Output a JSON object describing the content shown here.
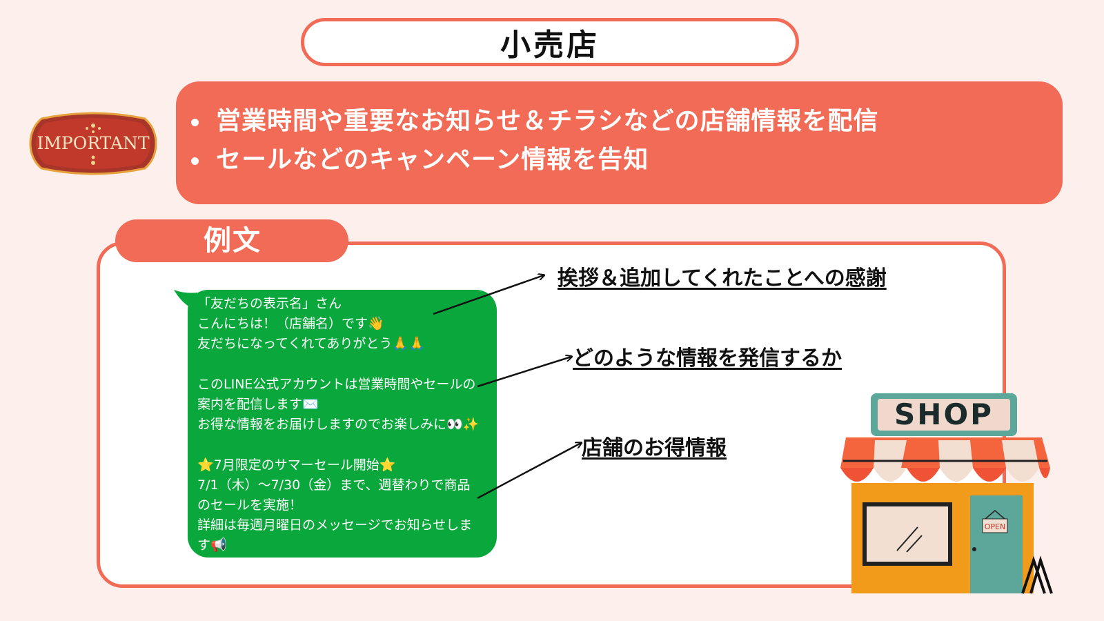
{
  "title": "小売店",
  "badge": {
    "text": "IMPORTANT",
    "icon": "important-badge-icon"
  },
  "info": {
    "items": [
      "営業時間や重要なお知らせ＆チラシなどの店舗情報を配信",
      "セールなどのキャンペーン情報を告知"
    ]
  },
  "example": {
    "tab_label": "例文",
    "message_lines": [
      "「友だちの表示名」さん",
      "こんにちは！（店舗名）です👋",
      "友だちになってくれてありがとう🙏🙏",
      "",
      "このLINE公式アカウントは営業時間やセールの",
      "案内を配信します✉️",
      "お得な情報をお届けしますのでお楽しみに👀✨",
      "",
      "⭐7月限定のサマーセール開始⭐",
      "7/1（木）～7/30（金）まで、週替わりで商品",
      "のセールを実施！",
      "詳細は毎週月曜日のメッセージでお知らせしま",
      "す📢"
    ],
    "callouts": [
      "挨拶＆追加してくれたことへの感謝",
      "どのような情報を発信するか",
      "店舗のお得情報"
    ]
  },
  "shop": {
    "sign": "SHOP",
    "door_sign": "OPEN",
    "icon": "shop-storefront-icon"
  },
  "colors": {
    "accent": "#f26b57",
    "bubble": "#0aa83c",
    "background": "#fdf0ec"
  }
}
